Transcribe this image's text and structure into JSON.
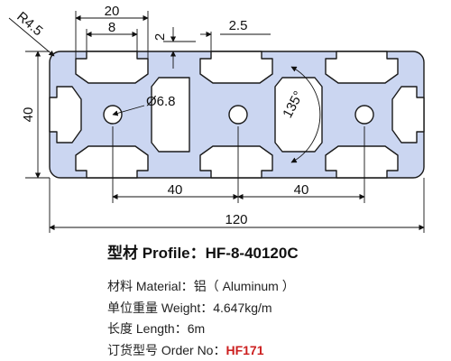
{
  "drawing": {
    "profile_fill": "#cbd6f1",
    "profile_stroke": "#1a1a1a",
    "dimensions": {
      "top_width": "20",
      "slot_width": "8",
      "corner_radius": "R4.5",
      "wall_thickness": "2",
      "lip_thickness": "2.5",
      "height": "40",
      "bore": "Ø6.8",
      "angle": "135°",
      "pitch_left": "40",
      "pitch_right": "40",
      "overall_length": "120"
    }
  },
  "title": {
    "label": "型材 Profile：",
    "value": "HF-8-40120C"
  },
  "specs": [
    {
      "label": "材料 Material：",
      "value": "铝（ Aluminum ）"
    },
    {
      "label": "单位重量 Weight：",
      "value": "4.647kg/m"
    },
    {
      "label": "长度 Length：",
      "value": "6m"
    },
    {
      "label": "订货型号 Order No：",
      "value": "HF171",
      "accent": "#cc1f1f"
    }
  ]
}
